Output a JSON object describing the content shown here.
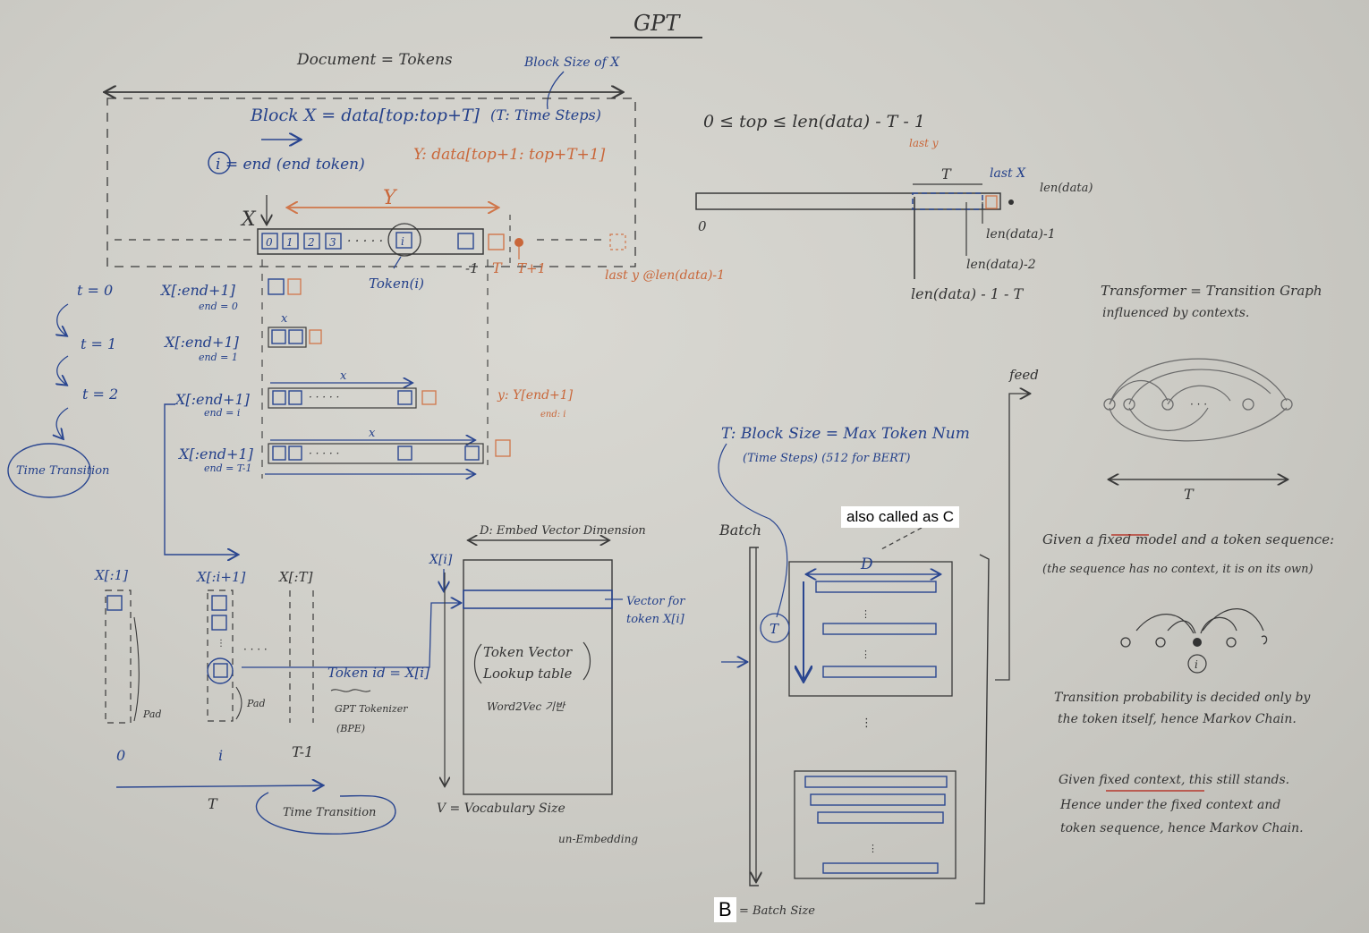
{
  "title": "GPT",
  "doc_tokens": "Document = Tokens",
  "block_size_of_x": "Block Size of X",
  "block_x": "Block X = data[top:top+T]",
  "time_steps_note": "(T: Time Steps)",
  "end_token": "i = end (end token)",
  "y_def": "Y: data[top+1: top+T+1]",
  "top_range": "0 ≤ top ≤ len(data) - T - 1",
  "last_y": "last y",
  "x_letter": "X",
  "y_letter": "Y",
  "tok0": "0",
  "tok1": "1",
  "tok2": "2",
  "tok3": "3",
  "tok_i": "i",
  "dots": "· · · · ·",
  "minus1": "-1",
  "T": "T",
  "Tplus1": "T+1",
  "last_y_at": "last y @len(data)-1",
  "token_i": "Token(i)",
  "t0": "t = 0",
  "t1": "t = 1",
  "t2": "t = 2",
  "row0_label": "X[:end+1]",
  "row0_end": "end = 0",
  "row1_label": "X[:end+1]",
  "row1_end": "end = 1",
  "row2_label": "X[:end+1]",
  "row2_end": "end = i",
  "row3_label": "X[:end+1]",
  "row3_end": "end = T-1",
  "x_small": "x",
  "y_small": "y",
  "y_end_note": "y: Y[end+1]",
  "end_i_note": "end: i",
  "time_transition": "Time Transition",
  "bar_T": "T",
  "last_x": "last X",
  "len_data": "len(data)",
  "len_data_m1": "len(data)-1",
  "len_data_m2": "len(data)-2",
  "len_data_m1_T": "len(data) - 1 - T",
  "alpha": "0",
  "transformer_graph": "Transformer = Transition Graph",
  "influenced": "influenced by contexts.",
  "feed": "feed",
  "graph_T": "T",
  "fixed_model": "Given a fixed model and a token sequence:",
  "no_context": "(the sequence has no context, it is on its own)",
  "markov_i": "i",
  "transition_prob_1": "Transition probability is decided only by",
  "transition_prob_2": "the token itself, hence Markov Chain.",
  "fixed_context_1": "Given fixed context, this still stands.",
  "fixed_context_2": "Hence under the fixed context and",
  "fixed_context_3": "token sequence, hence Markov Chain.",
  "block_size_def": "T: Block Size = Max Token Num",
  "time_steps_bert": "(Time Steps)   (512 for BERT)",
  "also_called": "also called as C",
  "batch": "Batch",
  "D": "D",
  "batch_T": "T",
  "B": "B",
  "batch_size": "= Batch Size",
  "embed_dim": "D: Embed Vector Dimension",
  "x_i_label": "X[i]",
  "vector_for": "Vector for",
  "token_x_i": "token X[i]",
  "lookup_1": "Token Vector",
  "lookup_2": "Lookup table",
  "word2vec": "Word2Vec 기반",
  "vocab_size": "V = Vocabulary Size",
  "unembedding": "un-Embedding",
  "col_x1": "X[:1]",
  "col_xi1": "X[:i+1]",
  "col_xT": "X[:T]",
  "pad": "Pad",
  "col_0": "0",
  "col_i": "i",
  "col_T1": "T-1",
  "token_id": "Token id = X[i]",
  "gpt_tokenizer": "GPT Tokenizer",
  "bpe": "(BPE)",
  "bottom_T": "T",
  "time_transition_2": "Time Transition"
}
